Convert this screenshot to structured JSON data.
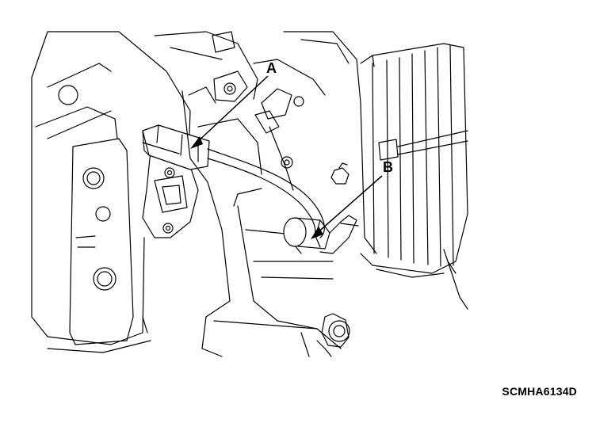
{
  "diagram": {
    "callouts": [
      {
        "id": "A",
        "label": "A"
      },
      {
        "id": "B",
        "label": "B"
      }
    ],
    "figure_code": "SCMHA6134D"
  },
  "colors": {
    "line": "#000000",
    "background": "#ffffff"
  }
}
